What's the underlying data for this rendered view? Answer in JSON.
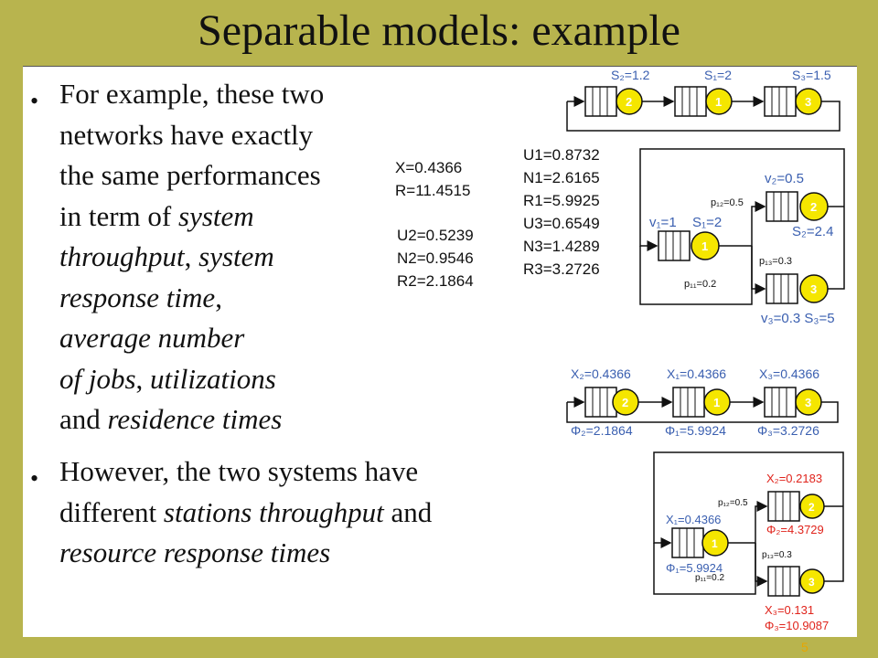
{
  "title": "Separable models: example",
  "bullet1": {
    "l1": "For example, these two",
    "l2": "networks have exactly",
    "l3": "the same performances",
    "l4a": "in term of ",
    "l4b": "system",
    "l5a": "throughput",
    "l5b": ", ",
    "l5c": "system",
    "l6a": "response time",
    "l6b": ",",
    "l7": "average number",
    "l8a": "of jobs",
    "l8b": ", ",
    "l8c": "utilizations",
    "l9a": "and ",
    "l9b": "residence times"
  },
  "bullet2": {
    "l1": "However, the two systems have",
    "l2a": "different ",
    "l2b": "stations throughput",
    "l2c": " and",
    "l3": "resource response times"
  },
  "stats": {
    "x": "X=0.4366",
    "r": "R=11.4515",
    "u2": "U2=0.5239",
    "n2": "N2=0.9546",
    "r2": "R2=2.1864",
    "u1": "U1=0.8732",
    "n1": "N1=2.6165",
    "r1": "R1=5.9925",
    "u3": "U3=0.6549",
    "n3": "N3=1.4289",
    "r3": "R3=3.2726"
  },
  "diagram_top": {
    "s2": "S₂=1.2",
    "s1": "S₁=2",
    "s3": "S₃=1.5",
    "n2": "2",
    "n1": "1",
    "n3": "3"
  },
  "diagram_mid": {
    "v2": "v₂=0.5",
    "p12": "p₁₂=0.5",
    "v1": "v₁=1",
    "s1": "S₁=2",
    "s2": "S₂=2.4",
    "p13": "p₁₃=0.3",
    "p11": "p₁₁=0.2",
    "v3s3": "v₃=0.3  S₃=5",
    "n1": "1",
    "n2": "2",
    "n3": "3"
  },
  "diagram_series": {
    "x2": "X₂=0.4366",
    "x1": "X₁=0.4366",
    "x3": "X₃=0.4366",
    "phi2": "Φ₂=2.1864",
    "phi1": "Φ₁=5.9924",
    "phi3": "Φ₃=3.2726",
    "n2": "2",
    "n1": "1",
    "n3": "3"
  },
  "diagram_bottom": {
    "x2": "X₂=0.2183",
    "phi2": "Φ₂=4.3729",
    "p12": "p₁₂=0.5",
    "x1": "X₁=0.4366",
    "phi1": "Φ₁=5.9924",
    "p13": "p₁₃=0.3",
    "p11": "p₁₁=0.2",
    "x3": "X₃=0.131",
    "phi3": "Φ₃=10.9087",
    "n1": "1",
    "n2": "2",
    "n3": "3"
  },
  "colors": {
    "background": "#b8b44e",
    "node_fill": "#f5e600",
    "blue_label": "#3a5fb0",
    "red_label": "#e0241c"
  },
  "page_number": "5"
}
